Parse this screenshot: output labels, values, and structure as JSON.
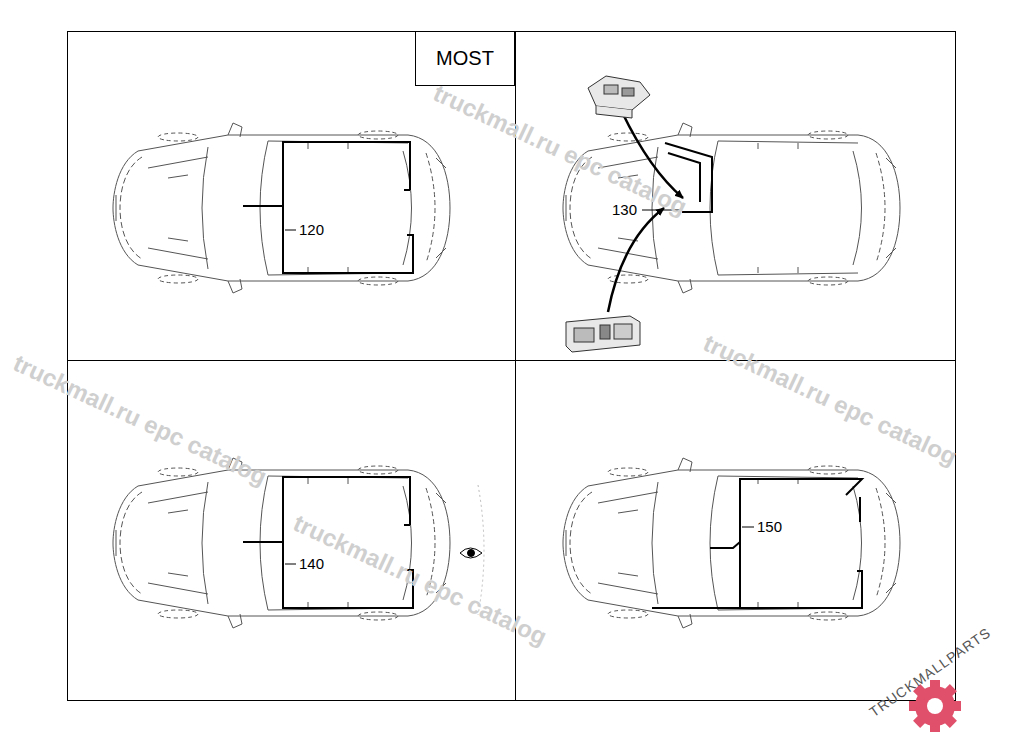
{
  "diagram": {
    "nodes": [
      {
        "text": [
          "MOST"
        ]
      }
    ],
    "labels": [
      "120",
      "130",
      "140",
      "150",
      "truckmall.ru epc catalog",
      "truckmall.ru epc catalog",
      "truckmall.ru epc catalog",
      "truckmall.ru epc catalog",
      "TRUCKMALLPARTS"
    ]
  }
}
